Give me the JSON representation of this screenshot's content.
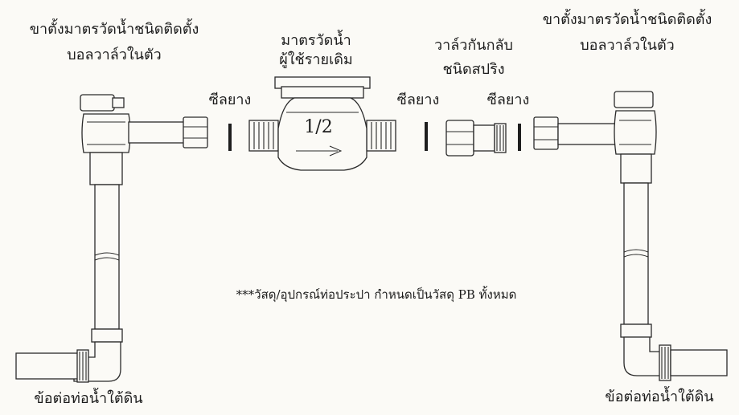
{
  "labels": {
    "left_stand_line1": "ขาตั้งมาตรวัดน้ำชนิดติดตั้ง",
    "left_stand_line2": "บอลวาล์วในตัว",
    "meter_line1": "มาตรวัดน้ำ",
    "meter_line2": "ผู้ใช้รายเดิม",
    "check_valve_line1": "วาล์วกันกลับ",
    "check_valve_line2": "ชนิดสปริง",
    "right_stand_line1": "ขาตั้งมาตรวัดน้ำชนิดติดตั้ง",
    "right_stand_line2": "บอลวาล์วในตัว",
    "gasket_1": "ซีลยาง",
    "gasket_2": "ซีลยาง",
    "gasket_3": "ซีลยาง",
    "meter_size": "1/2",
    "note": "***วัสดุ/อุปกรณ์ท่อประปา กำหนดเป็นวัสดุ PB ทั้งหมด",
    "left_underground": "ข้อต่อท่อน้ำใต้ดิน",
    "right_underground": "ข้อต่อท่อน้ำใต้ดิน"
  }
}
